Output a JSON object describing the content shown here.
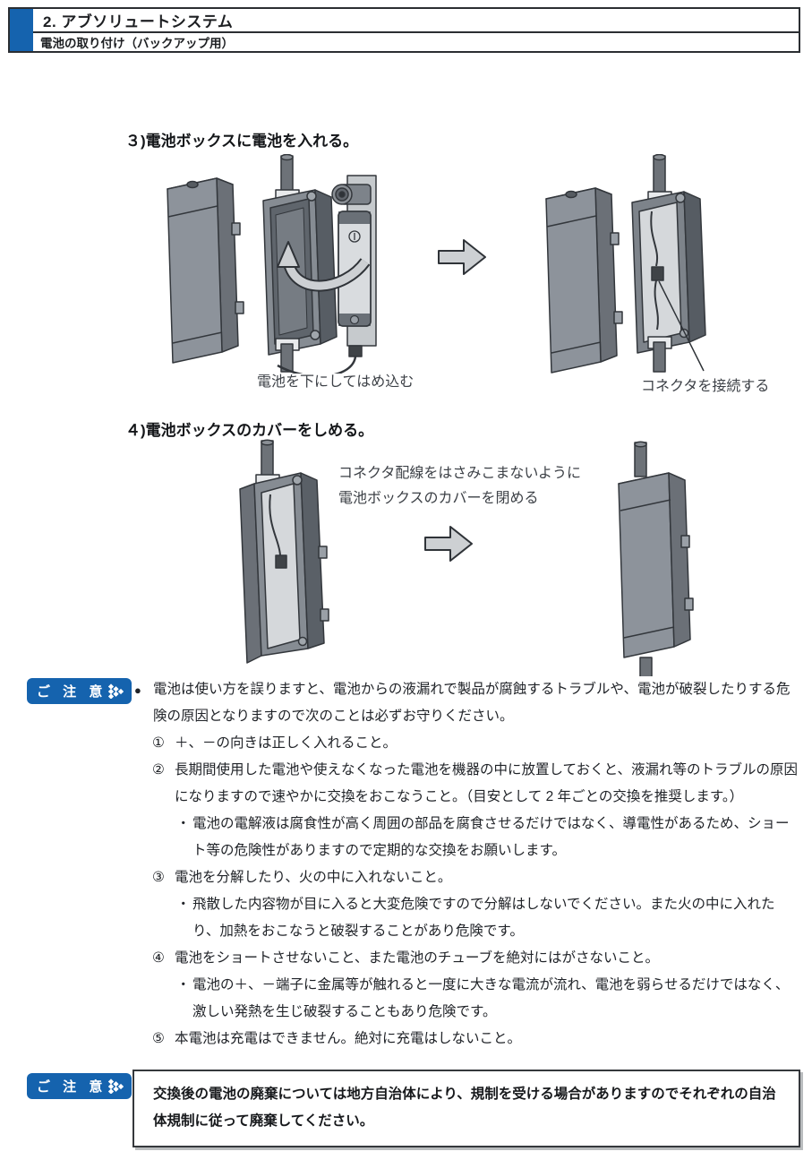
{
  "theme": {
    "accent_color": "#1563ae",
    "arrow_fill": "#cdd0d3"
  },
  "header": {
    "title": "2. アブソリュートシステム",
    "subtitle": "電池の取り付け（バックアップ用）"
  },
  "step3": {
    "heading": "３)電池ボックスに電池を入れる。",
    "caption_insert": "電池を下にしてはめ込む",
    "caption_connector": "コネクタを接続する"
  },
  "step4": {
    "heading": "４)電池ボックスのカバーをしめる。",
    "caption_line1": "コネクタ配線をはさみこまないように",
    "caption_line2": "電池ボックスのカバーを閉める"
  },
  "notice1": {
    "badge": "ご 注 意",
    "items": [
      {
        "level": "lead",
        "marker": "●",
        "text": "電池は使い方を誤りますと、電池からの液漏れで製品が腐蝕するトラブルや、電池が破裂したりする危険の原因となりますので次のことは必ずお守りください。"
      },
      {
        "level": "num",
        "marker": "①",
        "text": "＋、－の向きは正しく入れること。"
      },
      {
        "level": "num",
        "marker": "②",
        "text": "長期間使用した電池や使えなくなった電池を機器の中に放置しておくと、液漏れ等のトラブルの原因になりますので速やかに交換をおこなうこと。（目安として 2 年ごとの交換を推奨します。）"
      },
      {
        "level": "sub",
        "marker": "・",
        "text": "電池の電解液は腐食性が高く周囲の部品を腐食させるだけではなく、導電性があるため、ショート等の危険性がありますので定期的な交換をお願いします。"
      },
      {
        "level": "num",
        "marker": "③",
        "text": "電池を分解したり、火の中に入れないこと。"
      },
      {
        "level": "sub",
        "marker": "・",
        "text": "飛散した内容物が目に入ると大変危険ですので分解はしないでください。また火の中に入れたり、加熱をおこなうと破裂することがあり危険です。"
      },
      {
        "level": "num",
        "marker": "④",
        "text": "電池をショートさせないこと、また電池のチューブを絶対にはがさないこと。"
      },
      {
        "level": "sub",
        "marker": "・",
        "text": "電池の＋、－端子に金属等が触れると一度に大きな電流が流れ、電池を弱らせるだけではなく、激しい発熱を生じ破裂することもあり危険です。"
      },
      {
        "level": "num",
        "marker": "⑤",
        "text": "本電池は充電はできません。絶対に充電はしないこと。"
      }
    ]
  },
  "notice2": {
    "badge": "ご 注 意",
    "text": "交換後の電池の廃棄については地方自治体により、規制を受ける場合がありますのでそれぞれの自治体規制に従って廃棄してください。"
  }
}
